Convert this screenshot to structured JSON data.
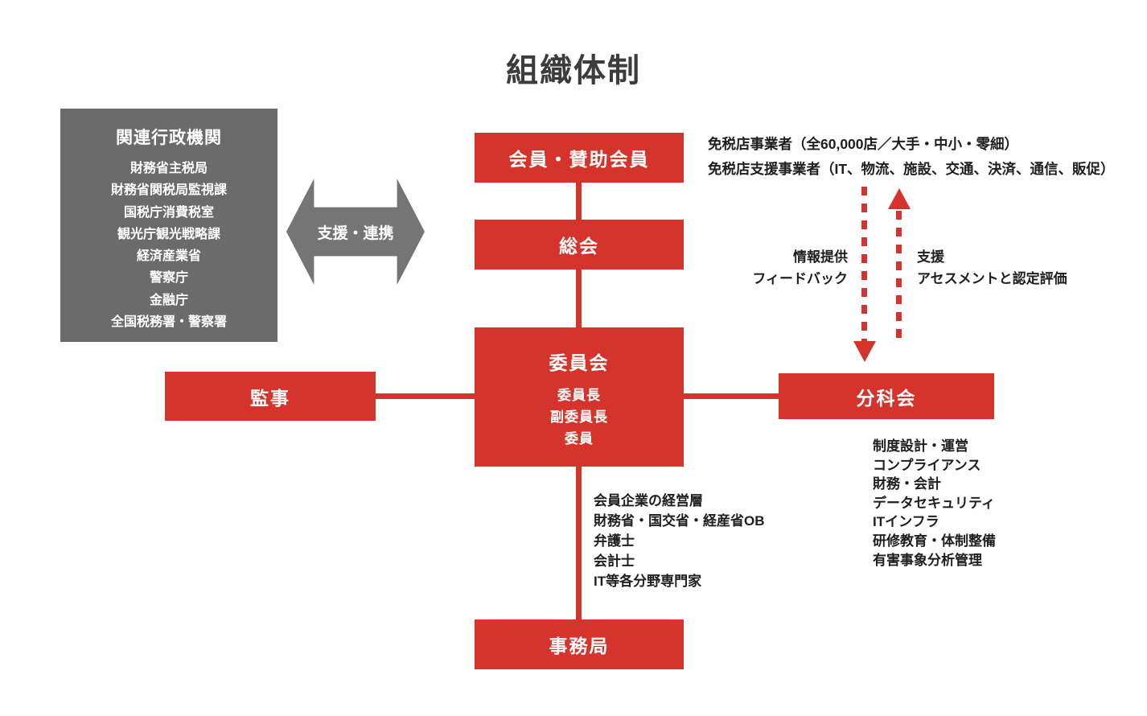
{
  "title": "組織体制",
  "colors": {
    "red": "#d5342c",
    "gray_panel": "#6b6b6b",
    "gray_arrow": "#757575"
  },
  "agency_box": {
    "title": "関連行政機関",
    "items": [
      "財務省主税局",
      "財務省関税局監視課",
      "国税庁消費税室",
      "観光庁観光戦略課",
      "経済産業省",
      "警察庁",
      "金融庁",
      "全国税務署・警察署"
    ]
  },
  "support_arrow": {
    "label": "支援・連携"
  },
  "org": {
    "members_box": "会員・賛助会員",
    "assembly_box": "総会",
    "committee": {
      "title": "委員会",
      "roles": [
        "委員長",
        "副委員長",
        "委員"
      ]
    },
    "auditor_box": "監事",
    "subcommittee_box": "分科会",
    "secretariat_box": "事務局"
  },
  "operators_note": {
    "line1": "免税店事業者（全60,000店／大手・中小・零細）",
    "line2": "免税店支援事業者（IT、物流、施設、交通、決済、通信、販促）"
  },
  "flow_labels": {
    "down": [
      "情報提供",
      "フィードバック"
    ],
    "up": [
      "支援",
      "アセスメントと認定評価"
    ]
  },
  "committee_experts": [
    "会員企業の経営層",
    "財務省・国交省・経産省OB",
    "弁護士",
    "会計士",
    "IT等各分野専門家"
  ],
  "subcommittee_topics": [
    "制度設計・運営",
    "コンプライアンス",
    "財務・会計",
    "データセキュリティ",
    "ITインフラ",
    "研修教育・体制整備",
    "有害事象分析管理"
  ]
}
